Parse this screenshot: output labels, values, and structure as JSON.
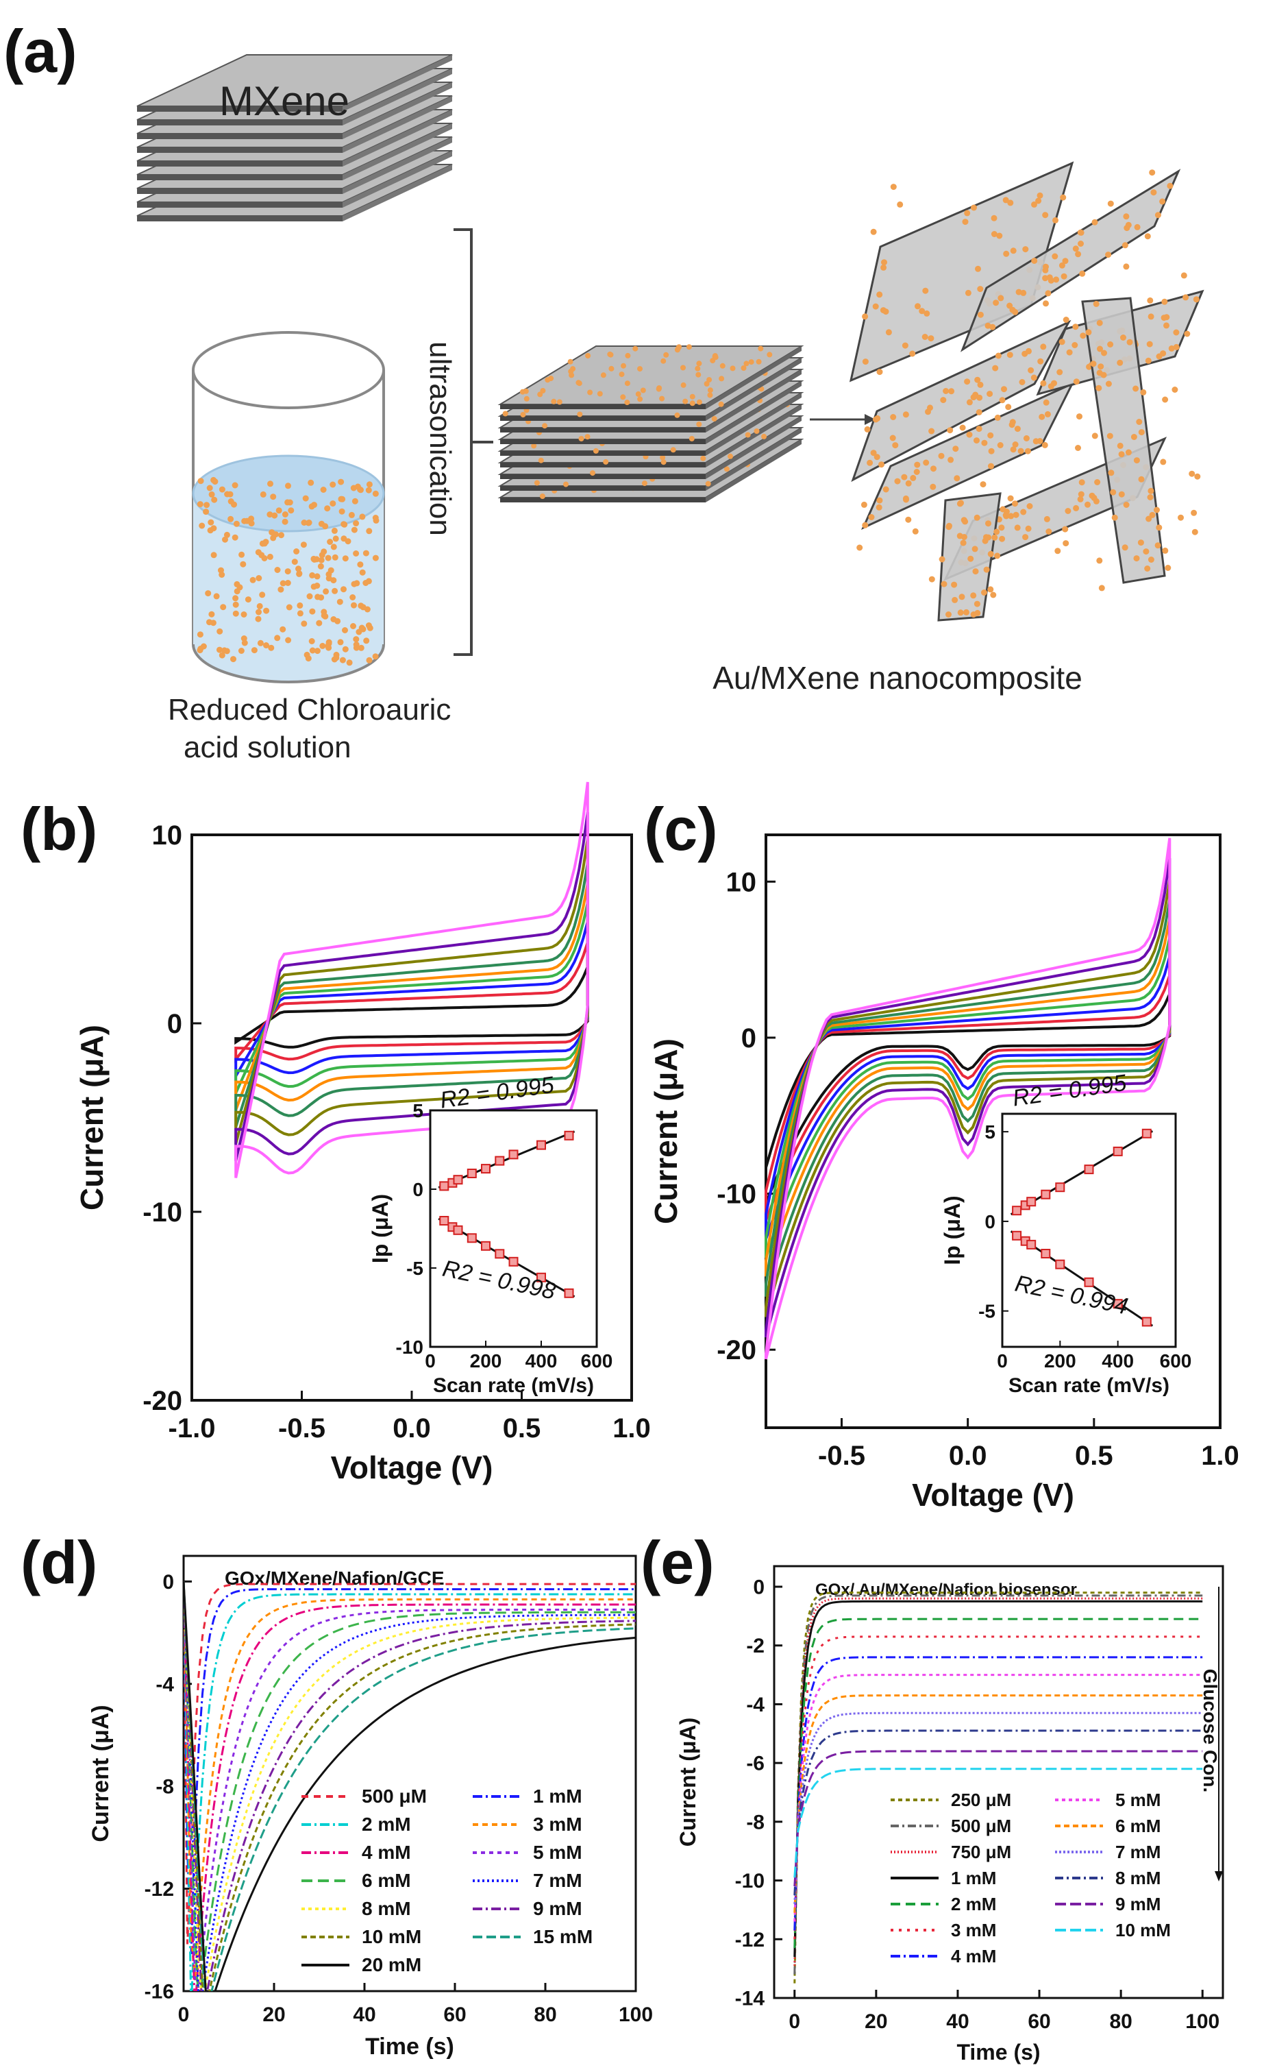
{
  "panel_a": {
    "label": "(a)",
    "mxene_label": "MXene",
    "process_label": "ultrasonication",
    "solution_label_1": "Reduced Chloroauric",
    "solution_label_2": "acid solution",
    "product_label": "Au/MXene nanocomposite",
    "colors": {
      "sheet": "#bdbdbd",
      "sheet_edge": "#555555",
      "particle": "#f0a050",
      "liquid": "#cfe4f3"
    }
  },
  "chart_data": [
    {
      "id": "b",
      "type": "line",
      "label": "(b)",
      "xlabel": "Voltage (V)",
      "ylabel": "Current (μA)",
      "xlim": [
        -1.0,
        1.0
      ],
      "ylim": [
        -20,
        10
      ],
      "xticks": [
        "-1.0",
        "-0.5",
        "0.0",
        "0.5",
        "1.0"
      ],
      "yticks": [
        "-20",
        "-10",
        "0",
        "10"
      ],
      "x_range_swept": [
        -0.8,
        0.8
      ],
      "cv_top_plateau": [
        1.0,
        1.7,
        2.2,
        2.6,
        3.0,
        3.5,
        4.2,
        5.0,
        6.0
      ],
      "cv_bottom_plateau": [
        -0.8,
        -1.3,
        -1.9,
        -2.5,
        -3.1,
        -3.8,
        -4.7,
        -5.6,
        -6.5
      ],
      "colors": [
        "#111111",
        "#e8283c",
        "#1a1aff",
        "#3cb44b",
        "#ff8c00",
        "#2e8b57",
        "#808000",
        "#6a0dad",
        "#ff66ff"
      ],
      "inset": {
        "xlabel": "Scan rate (mV/s)",
        "ylabel": "Ip (μA)",
        "xlim": [
          0,
          600
        ],
        "ylim": [
          -10,
          5
        ],
        "xticks": [
          "0",
          "200",
          "400",
          "600"
        ],
        "yticks": [
          "-10",
          "-5",
          "0",
          "5"
        ],
        "anodic": {
          "r2": "R2 = 0.995",
          "x": [
            50,
            80,
            100,
            150,
            200,
            250,
            300,
            400,
            500
          ],
          "y": [
            0.2,
            0.4,
            0.6,
            1.0,
            1.3,
            1.8,
            2.2,
            2.8,
            3.4
          ]
        },
        "cathodic": {
          "r2": "R2 = 0.998",
          "x": [
            50,
            80,
            100,
            150,
            200,
            250,
            300,
            400,
            500
          ],
          "y": [
            -2.0,
            -2.4,
            -2.6,
            -3.1,
            -3.6,
            -4.1,
            -4.6,
            -5.6,
            -6.6
          ]
        }
      }
    },
    {
      "id": "c",
      "type": "line",
      "label": "(c)",
      "xlabel": "Voltage (V)",
      "ylabel": "Current (μA)",
      "xlim": [
        -0.8,
        1.0
      ],
      "ylim": [
        -25,
        13
      ],
      "xticks": [
        "-0.5",
        "0.0",
        "0.5",
        "1.0"
      ],
      "yticks": [
        "-20",
        "-10",
        "0",
        "10"
      ],
      "x_range_swept": [
        -0.8,
        0.8
      ],
      "cv_top_plateau": [
        0.8,
        1.4,
        2.0,
        2.6,
        3.2,
        3.8,
        4.5,
        5.3,
        6.0
      ],
      "cv_bottom_plateau": [
        -0.6,
        -0.9,
        -1.3,
        -1.7,
        -2.1,
        -2.6,
        -3.1,
        -3.6,
        -4.2
      ],
      "colors": [
        "#111111",
        "#e8283c",
        "#1a1aff",
        "#3cb44b",
        "#ff8c00",
        "#2e8b57",
        "#808000",
        "#6a0dad",
        "#ff66ff"
      ],
      "inset": {
        "xlabel": "Scan rate (mV/s)",
        "ylabel": "Ip (μA)",
        "xlim": [
          0,
          600
        ],
        "ylim": [
          -7,
          6
        ],
        "xticks": [
          "0",
          "200",
          "400",
          "600"
        ],
        "yticks": [
          "-5",
          "0",
          "5"
        ],
        "anodic": {
          "r2": "R2 = 0.995",
          "x": [
            50,
            80,
            100,
            150,
            200,
            300,
            400,
            500
          ],
          "y": [
            0.6,
            0.9,
            1.1,
            1.5,
            1.9,
            2.9,
            3.9,
            4.9
          ]
        },
        "cathodic": {
          "r2": "R2 = 0.994",
          "x": [
            50,
            80,
            100,
            150,
            200,
            300,
            400,
            500
          ],
          "y": [
            -0.8,
            -1.1,
            -1.3,
            -1.8,
            -2.4,
            -3.4,
            -4.6,
            -5.6
          ]
        }
      }
    },
    {
      "id": "d",
      "type": "line",
      "label": "(d)",
      "title": "GOx/MXene/Nafion/GCE",
      "xlabel": "Time (s)",
      "ylabel": "Current (μA)",
      "xlim": [
        0,
        100
      ],
      "ylim": [
        -16,
        1
      ],
      "xticks": [
        "0",
        "20",
        "40",
        "60",
        "80",
        "100"
      ],
      "yticks": [
        "-16",
        "-12",
        "-8",
        "-4",
        "0"
      ],
      "series": [
        {
          "name": "500 μM",
          "color": "#e8283c",
          "dash": "10,8",
          "tau": 1.5,
          "final": -0.1
        },
        {
          "name": "1 mM",
          "color": "#1a1aff",
          "dash": "14,5,3,5",
          "tau": 2.0,
          "final": -0.3
        },
        {
          "name": "2 mM",
          "color": "#00ced1",
          "dash": "14,5,3,5",
          "tau": 3.0,
          "final": -0.5
        },
        {
          "name": "3 mM",
          "color": "#ff8c00",
          "dash": "8,6",
          "tau": 5.0,
          "final": -0.7
        },
        {
          "name": "4 mM",
          "color": "#e6007e",
          "dash": "14,5,3,5",
          "tau": 6.0,
          "final": -0.9
        },
        {
          "name": "5 mM",
          "color": "#8a2be2",
          "dash": "6,6",
          "tau": 8.0,
          "final": -1.1
        },
        {
          "name": "6 mM",
          "color": "#3cb44b",
          "dash": "16,8",
          "tau": 10.0,
          "final": -1.2
        },
        {
          "name": "7 mM",
          "color": "#1a1aff",
          "dash": "3,4",
          "tau": 12.0,
          "final": -1.3
        },
        {
          "name": "8 mM",
          "color": "#ffee33",
          "dash": "5,5",
          "tau": 14.0,
          "final": -1.4
        },
        {
          "name": "9 mM",
          "color": "#7a1fa2",
          "dash": "14,5,3,5",
          "tau": 16.0,
          "final": -1.5
        },
        {
          "name": "10 mM",
          "color": "#808000",
          "dash": "8,5",
          "tau": 18.0,
          "final": -1.6
        },
        {
          "name": "15 mM",
          "color": "#1f9e89",
          "dash": "14,6",
          "tau": 20.0,
          "final": -1.7
        },
        {
          "name": "20 mM",
          "color": "#111111",
          "dash": "",
          "tau": 26.0,
          "final": -1.8
        }
      ]
    },
    {
      "id": "e",
      "type": "line",
      "label": "(e)",
      "title": "GOx/ Au/MXene/Nafion  biosensor",
      "annotation": "Glucose Con.",
      "xlabel": "Time (s)",
      "ylabel": "Current (μA)",
      "xlim": [
        -5,
        105
      ],
      "ylim": [
        -14,
        0.7
      ],
      "xticks": [
        "0",
        "20",
        "40",
        "60",
        "80",
        "100"
      ],
      "yticks": [
        "-14",
        "-12",
        "-10",
        "-8",
        "-6",
        "-4",
        "-2",
        "0"
      ],
      "series": [
        {
          "name": "250 μM",
          "color": "#808000",
          "dash": "6,5",
          "final": -0.2
        },
        {
          "name": "500 μM",
          "color": "#666666",
          "dash": "12,5,3,5",
          "final": -0.3
        },
        {
          "name": "750 μM",
          "color": "#e8283c",
          "dash": "2,3",
          "final": -0.4
        },
        {
          "name": "1 mM",
          "color": "#111111",
          "dash": "",
          "final": -0.5
        },
        {
          "name": "2 mM",
          "color": "#1b9e3a",
          "dash": "14,8",
          "final": -1.1
        },
        {
          "name": "3 mM",
          "color": "#e8283c",
          "dash": "4,8",
          "final": -1.7
        },
        {
          "name": "4 mM",
          "color": "#1a1aff",
          "dash": "14,5,3,5",
          "final": -2.4
        },
        {
          "name": "5 mM",
          "color": "#ee44ee",
          "dash": "5,5",
          "final": -3.0
        },
        {
          "name": "6 mM",
          "color": "#ff8c00",
          "dash": "8,5",
          "final": -3.7
        },
        {
          "name": "7 mM",
          "color": "#7b68ee",
          "dash": "3,3",
          "final": -4.3
        },
        {
          "name": "8 mM",
          "color": "#2d3a8c",
          "dash": "12,5,3,5",
          "final": -4.9
        },
        {
          "name": "9 mM",
          "color": "#7a1fa2",
          "dash": "16,6",
          "final": -5.6
        },
        {
          "name": "10 mM",
          "color": "#22d3ee",
          "dash": "16,6",
          "final": -6.2
        }
      ]
    }
  ]
}
